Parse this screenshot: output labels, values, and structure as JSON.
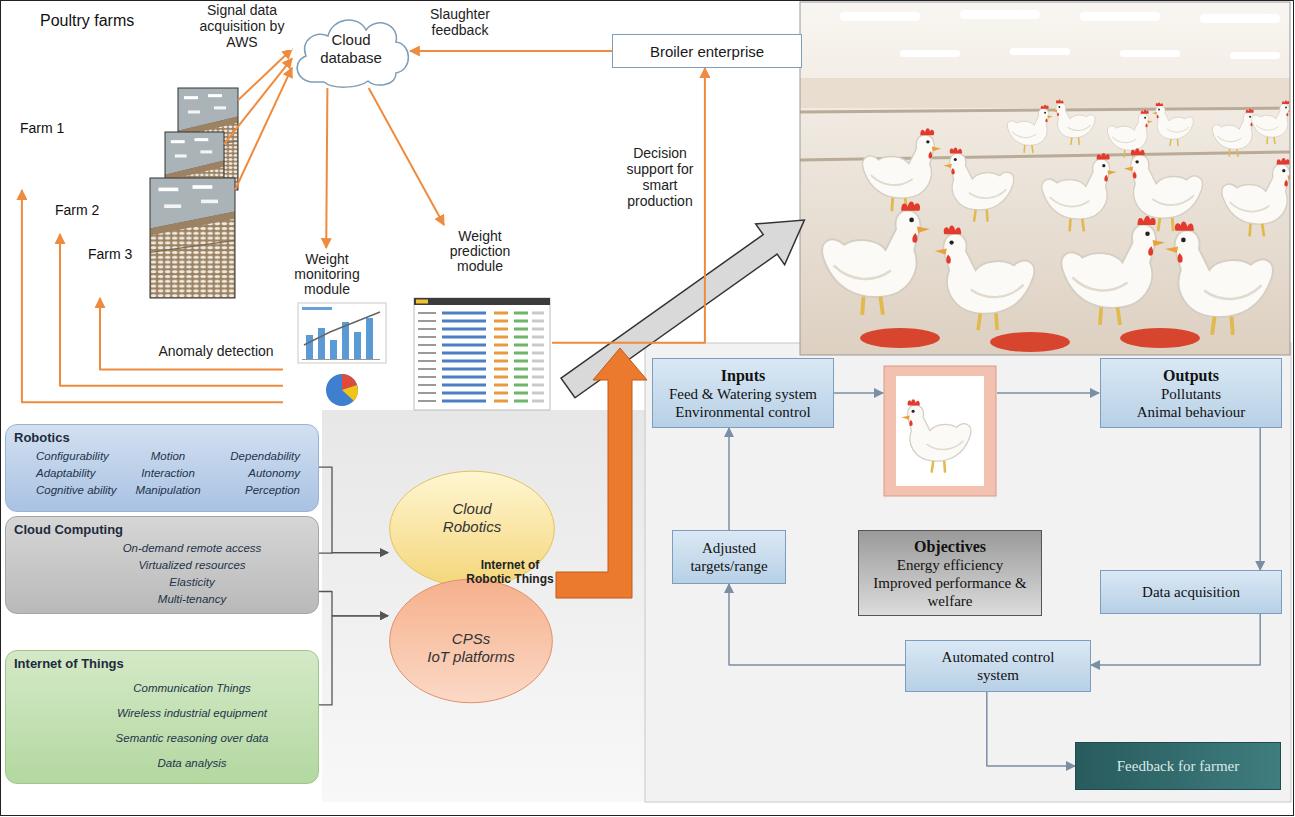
{
  "diagram": {
    "nodes": [
      {
        "text": [
          "Cloud database"
        ]
      },
      {
        "text": [
          "Broiler enterprise"
        ]
      },
      {
        "text": [
          "Farm 1"
        ]
      },
      {
        "text": [
          "Farm 2"
        ]
      },
      {
        "text": [
          "Farm 3"
        ]
      },
      {
        "text": [
          "Weight monitoring module"
        ]
      },
      {
        "text": [
          "Weight prediction module"
        ]
      },
      {
        "text": [
          "Robotics",
          "Configurability",
          "Motion",
          "Dependability",
          "Adaptability",
          "Interaction",
          "Autonomy",
          "Cognitive ability",
          "Manipulation",
          "Perception"
        ]
      },
      {
        "text": [
          "Cloud Computing",
          "On-demand remote access",
          "Virtualized resources",
          "Elasticity",
          "Multi-tenancy"
        ]
      },
      {
        "text": [
          "Internet of Things",
          "Communication Things",
          "Wireless industrial equipment",
          "Semantic reasoning over data",
          "Data analysis"
        ]
      },
      {
        "text": [
          "Cloud Robotics"
        ]
      },
      {
        "text": [
          "CPSs",
          "IoT platforms"
        ]
      },
      {
        "text": [
          "Inputs",
          "Feed & Watering system",
          "Environmental control"
        ]
      },
      {
        "text": [
          "Outputs",
          "Pollutants",
          "Animal behaviour"
        ]
      },
      {
        "text": [
          "Adjusted targets/range"
        ]
      },
      {
        "text": [
          "Objectives",
          "Energy efficiency",
          "Improved performance & welfare"
        ]
      },
      {
        "text": [
          "Data acquisition"
        ]
      },
      {
        "text": [
          "Automated control system"
        ]
      },
      {
        "text": [
          "Feedback for farmer"
        ]
      }
    ],
    "edges": [
      {
        "from": 2,
        "to": 0,
        "arrow": "to",
        "label": "Signal data acquisition by AWS"
      },
      {
        "from": 3,
        "to": 0,
        "arrow": "to"
      },
      {
        "from": 4,
        "to": 0,
        "arrow": "to"
      },
      {
        "from": 1,
        "to": 0,
        "arrow": "to",
        "label": "Slaughter feedback"
      },
      {
        "from": 0,
        "to": 5,
        "arrow": "to"
      },
      {
        "from": 0,
        "to": 6,
        "arrow": "to"
      },
      {
        "from": 6,
        "to": 1,
        "arrow": "to",
        "label": "Decision support for smart production"
      },
      {
        "from": 5,
        "to": 4,
        "arrow": "to",
        "label": "Anomaly detection"
      },
      {
        "from": 5,
        "to": 3,
        "arrow": "to"
      },
      {
        "from": 5,
        "to": 2,
        "arrow": "to"
      },
      {
        "from": 7,
        "to": 10,
        "arrow": "to"
      },
      {
        "from": 8,
        "to": 10,
        "arrow": "to"
      },
      {
        "from": 8,
        "to": 11,
        "arrow": "to"
      },
      {
        "from": 9,
        "to": 11,
        "arrow": "to"
      },
      {
        "from": 13,
        "to": 16,
        "arrow": "to"
      },
      {
        "from": 16,
        "to": 17,
        "arrow": "to"
      },
      {
        "from": 17,
        "to": 14,
        "arrow": "to"
      },
      {
        "from": 14,
        "to": 12,
        "arrow": "to"
      },
      {
        "from": 17,
        "to": 18,
        "arrow": "to"
      }
    ],
    "labels": [
      "Poultry farms",
      "Internet of Robotic Things"
    ]
  }
}
